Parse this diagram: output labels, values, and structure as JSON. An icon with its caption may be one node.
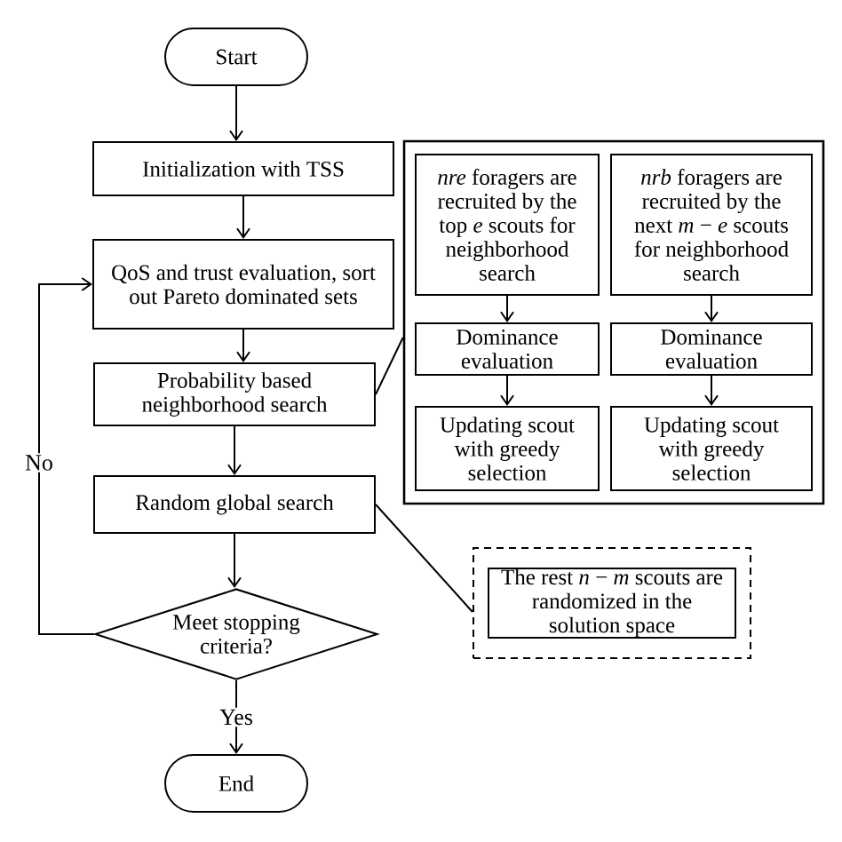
{
  "diagram": {
    "nodes": [
      {
        "text": [
          "Start"
        ]
      },
      {
        "text": [
          "Initialization with TSS"
        ]
      },
      {
        "text": [
          "QoS and trust evaluation, sort out Pareto dominated sets"
        ]
      },
      {
        "text": [
          "Probability based neighborhood search"
        ]
      },
      {
        "text": [
          "Random global search"
        ]
      },
      {
        "text": [
          "Meet stopping criteria?"
        ]
      },
      {
        "text": [
          "End"
        ]
      },
      {
        "text": [],
        "shape": "box"
      },
      {
        "text": [
          "*nre* foragers are recruited by the top *e* scouts for neighborhood search"
        ],
        "in": 7
      },
      {
        "text": [
          "*nrb* foragers are recruited by the next *m* − *e* scouts for neighborhood search"
        ],
        "in": 7
      },
      {
        "text": [
          "Dominance evaluation"
        ],
        "in": 7
      },
      {
        "text": [
          "Dominance evaluation"
        ],
        "in": 7
      },
      {
        "text": [
          "Updating scout with greedy selection"
        ],
        "in": 7
      },
      {
        "text": [
          "Updating scout with greedy selection"
        ],
        "in": 7
      },
      {
        "text": [],
        "shape": "box"
      },
      {
        "text": [
          "The rest *n* − *m* scouts are randomized in the solution space"
        ],
        "in": 14
      }
    ],
    "edges": [
      {
        "from": 0,
        "to": 1,
        "arrow": "to"
      },
      {
        "from": 1,
        "to": 2,
        "arrow": "to"
      },
      {
        "from": 2,
        "to": 3,
        "arrow": "to"
      },
      {
        "from": 3,
        "to": 4,
        "arrow": "to"
      },
      {
        "from": 4,
        "to": 5,
        "arrow": "to"
      },
      {
        "from": 5,
        "to": 2,
        "arrow": "to",
        "label": "No"
      },
      {
        "from": 5,
        "to": 6,
        "arrow": "to",
        "label": "Yes"
      },
      {
        "from": 3,
        "to": 7,
        "arrow": "none"
      },
      {
        "from": 4,
        "to": 14,
        "arrow": "none"
      },
      {
        "from": 8,
        "to": 10,
        "arrow": "to"
      },
      {
        "from": 10,
        "to": 12,
        "arrow": "to"
      },
      {
        "from": 9,
        "to": 11,
        "arrow": "to"
      },
      {
        "from": 11,
        "to": 13,
        "arrow": "to"
      }
    ]
  }
}
